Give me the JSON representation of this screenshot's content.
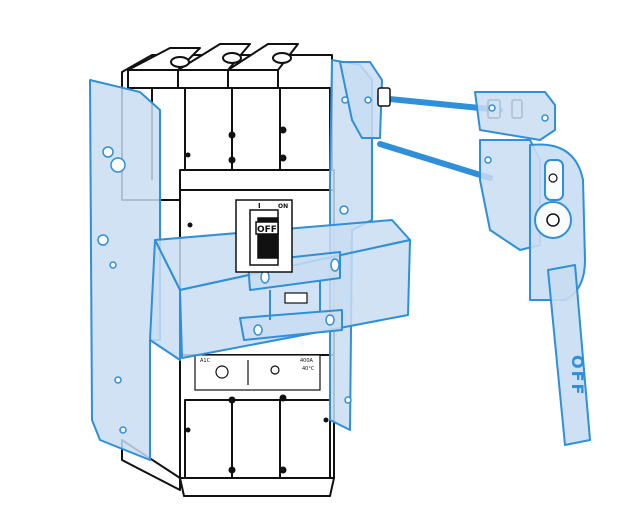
{
  "labels": {
    "switch_on": "ON",
    "switch_i": "I",
    "switch_off": "OFF",
    "handle_off": "OFF"
  },
  "colors": {
    "bracket_fill": "#c9ddf2",
    "bracket_stroke": "#2f8fd8",
    "rod": "#2f8fd8",
    "outline": "#111111",
    "body": "#ffffff"
  },
  "icons": [
    "breaker-body",
    "mounting-bracket",
    "connecting-rods",
    "rotary-handle",
    "off-label"
  ]
}
